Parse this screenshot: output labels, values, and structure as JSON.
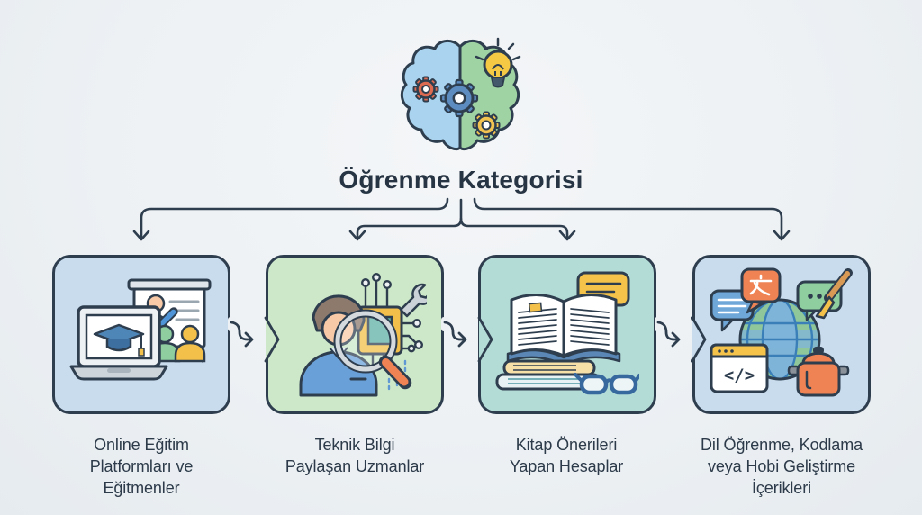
{
  "page": {
    "title": "Öğrenme Kategorisi",
    "title_icon": "brain-gears-lightbulb-icon",
    "background": "#edf1f4",
    "ink": "#2b3b4c"
  },
  "categories": [
    {
      "id": "online-egitim-platformlari",
      "icon": "laptop-graduation-presentation-icon",
      "fill": "#c8dcee",
      "label": "Online Eğitim\nPlatformları ve\nEğitmenler"
    },
    {
      "id": "teknik-bilgi-uzmanlari",
      "icon": "expert-chip-magnifier-wrench-icon",
      "fill": "#cde8c9",
      "label": "Teknik Bilgi\nPaylaşan Uzmanlar"
    },
    {
      "id": "kitap-onerileri",
      "icon": "open-book-speech-bubble-glasses-icon",
      "fill": "#b4dcd7",
      "label": "Kitap Önerileri\nYapan Hesaplar"
    },
    {
      "id": "dil-kodlama-hobi",
      "icon": "globe-language-code-paintbrush-pot-icon",
      "fill": "#c8dcee",
      "label": "Dil Öğrenme, Kodlama\nveya Hobi Geliştirme\nİçerikleri"
    }
  ]
}
